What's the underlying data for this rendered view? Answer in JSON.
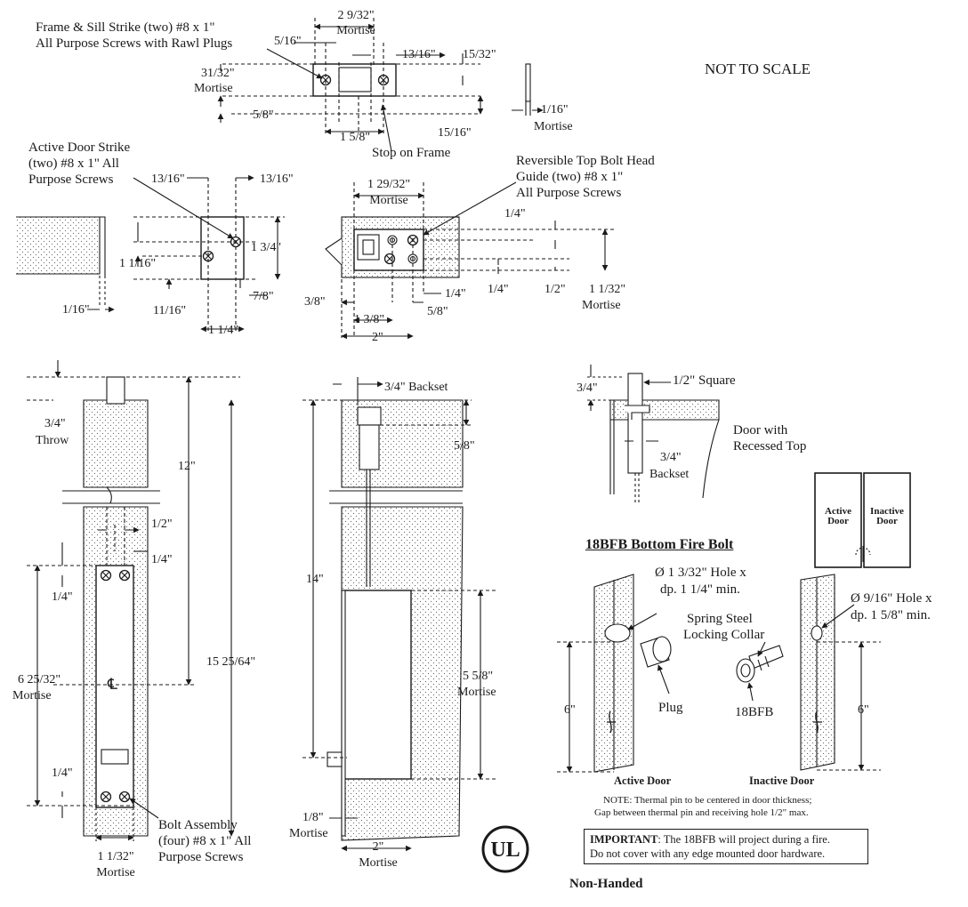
{
  "header": {
    "not_to_scale": "NOT TO SCALE"
  },
  "frame_strike": {
    "callout": [
      "Frame & Sill Strike (two) #8 x 1\"",
      "All Purpose Screws with Rawl Plugs"
    ],
    "dim_mortise_width": "2 9/32\"",
    "dim_mortise_word": "Mortise",
    "dim_left_offset": "5/16\"",
    "dim_right_offset": "13/16\"",
    "dim_height": "31/32\"",
    "dim_height_word": "Mortise",
    "dim_bottom": "5/8\"",
    "dim_span": "1 5/8\"",
    "dim_right_top": "15/32\"",
    "dim_right_bottom": "15/16\"",
    "stop_label": "Stop on Frame",
    "side_dim": "1/16\"",
    "side_word": "Mortise"
  },
  "active_door_strike": {
    "callout": [
      "Active Door Strike",
      "(two) #8 x 1\" All",
      "Purpose Screws"
    ],
    "dim_left": "13/16\"",
    "dim_right": "13/16\"",
    "dim_height": "1 3/4\"",
    "dim_offset": "1 1/16\"",
    "dim_low": "11/16\"",
    "dim_low_right": "7/8\"",
    "dim_width": "1 1/4\"",
    "dim_door_edge": "1/16\""
  },
  "top_bolt_guide": {
    "callout": [
      "Reversible Top Bolt Head",
      "Guide (two) #8 x 1\"",
      "All Purpose Screws"
    ],
    "dim_mortise_width": "1 29/32\"",
    "dim_mortise_word": "Mortise",
    "dim_quarter_top": "1/4\"",
    "dim_quarter_mid": "1/4\"",
    "dim_quarter_low": "1/4\"",
    "dim_half": "1/2\"",
    "dim_height": "1 1/32\"",
    "dim_height_word": "Mortise",
    "dim_left": "3/8\"",
    "dim_inner": "1 3/8\"",
    "dim_five_eighths": "5/8\"",
    "dim_total": "2\""
  },
  "bolt_front": {
    "dim_throw": "3/4\"",
    "dim_throw_word": "Throw",
    "dim_12": "12\"",
    "dim_half": "1/2\"",
    "dim_quarter_a": "1/4\"",
    "dim_quarter_b": "1/4\"",
    "dim_quarter_c": "1/4\"",
    "dim_mortise_len": "6 25/32\"",
    "dim_mortise_len_word": "Mortise",
    "dim_overall": "15 25/64\"",
    "center_symbol": "℄",
    "callout": [
      "Bolt Assembly",
      "(four) #8 x 1\" All",
      "Purpose Screws"
    ],
    "dim_width": "1 1/32\"",
    "dim_width_word": "Mortise"
  },
  "bolt_side": {
    "dim_backset": "3/4\" Backset",
    "dim_five_eighths": "5/8\"",
    "dim_14": "14\"",
    "dim_mortise_len": "5 5/8\"",
    "dim_mortise_len_word": "Mortise",
    "dim_eighth": "1/8\"",
    "dim_eighth_word": "Mortise",
    "dim_depth": "2\"",
    "dim_depth_word": "Mortise"
  },
  "recessed_top": {
    "dim_three_quarter": "3/4\"",
    "square_label": "1/2\" Square",
    "caption": [
      "Door with",
      "Recessed Top"
    ],
    "backset": "3/4\"",
    "backset_word": "Backset"
  },
  "doors_diagram": {
    "active": [
      "Active",
      "Door"
    ],
    "inactive": [
      "Inactive",
      "Door"
    ]
  },
  "fire_bolt": {
    "title": "18BFB Bottom Fire Bolt",
    "hole_active": [
      "Ø 1 3/32\" Hole x",
      "dp. 1 1/4\" min."
    ],
    "hole_inactive": [
      "Ø 9/16\" Hole x",
      "dp. 1 5/8\" min."
    ],
    "collar": [
      "Spring Steel",
      "Locking Collar"
    ],
    "plug": "Plug",
    "bolt_name": "18BFB",
    "dim_left": "6\"",
    "dim_right": "6\"",
    "active_door": "Active Door",
    "inactive_door": "Inactive Door",
    "note": [
      "NOTE: Thermal pin to be centered in door thickness;",
      "Gap between thermal pin and receiving hole 1/2\" max."
    ],
    "important_bold": "IMPORTANT",
    "important_rest": ": The 18BFB will project during a fire.",
    "important_line2": "Do not cover with any edge mounted door hardware.",
    "handing": "Non-Handed"
  },
  "cert_mark": "UL"
}
